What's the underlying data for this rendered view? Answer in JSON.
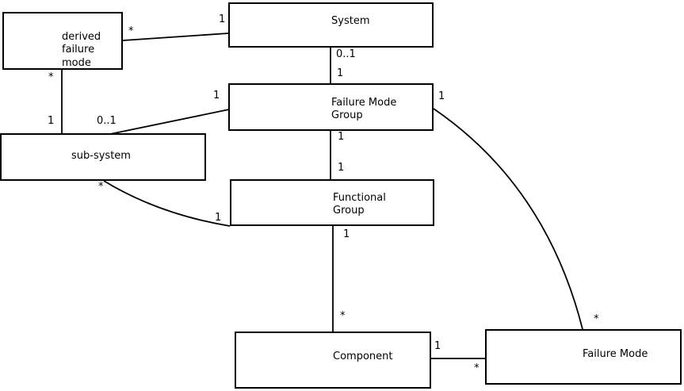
{
  "diagram": {
    "type": "uml-class-diagram",
    "background_color": "#ffffff",
    "box_fill_color": "#ffffff",
    "box_border_color": "#000000",
    "line_color": "#000000",
    "text_color": "#000000",
    "nodes": [
      {
        "id": "derived-failure-mode",
        "label": "derived failure mode",
        "lines": [
          "derived",
          "failure",
          "mode"
        ]
      },
      {
        "id": "system",
        "label": "System",
        "lines": [
          "System"
        ]
      },
      {
        "id": "failure-mode-group",
        "label": "Failure Mode Group",
        "lines": [
          "Failure Mode",
          "Group"
        ]
      },
      {
        "id": "sub-system",
        "label": "sub-system",
        "lines": [
          "sub-system"
        ]
      },
      {
        "id": "functional-group",
        "label": "Functional Group",
        "lines": [
          "Functional",
          "Group"
        ]
      },
      {
        "id": "component",
        "label": "Component",
        "lines": [
          "Component"
        ]
      },
      {
        "id": "failure-mode",
        "label": "Failure Mode",
        "lines": [
          "Failure Mode"
        ]
      }
    ],
    "edges": [
      {
        "from": "derived failure mode",
        "to": "System",
        "source_label": "*",
        "target_label": "1"
      },
      {
        "from": "derived failure mode",
        "to": "sub-system",
        "source_label": "*",
        "target_label": "1"
      },
      {
        "from": "System",
        "to": "Failure Mode Group",
        "source_label": "0..1",
        "target_label": "1"
      },
      {
        "from": "Failure Mode Group",
        "to": "sub-system",
        "source_label": "1",
        "target_label": "0..1"
      },
      {
        "from": "Failure Mode Group",
        "to": "Functional Group",
        "source_label": "1",
        "target_label": "1"
      },
      {
        "from": "sub-system",
        "to": "Functional Group",
        "source_label": "*",
        "target_label": "1"
      },
      {
        "from": "Functional Group",
        "to": "Component",
        "source_label": "1",
        "target_label": "*"
      },
      {
        "from": "Component",
        "to": "Failure Mode",
        "source_label": "1",
        "target_label": "*"
      },
      {
        "from": "Failure Mode Group",
        "to": "Failure Mode",
        "source_label": "1",
        "target_label": "*"
      }
    ]
  }
}
